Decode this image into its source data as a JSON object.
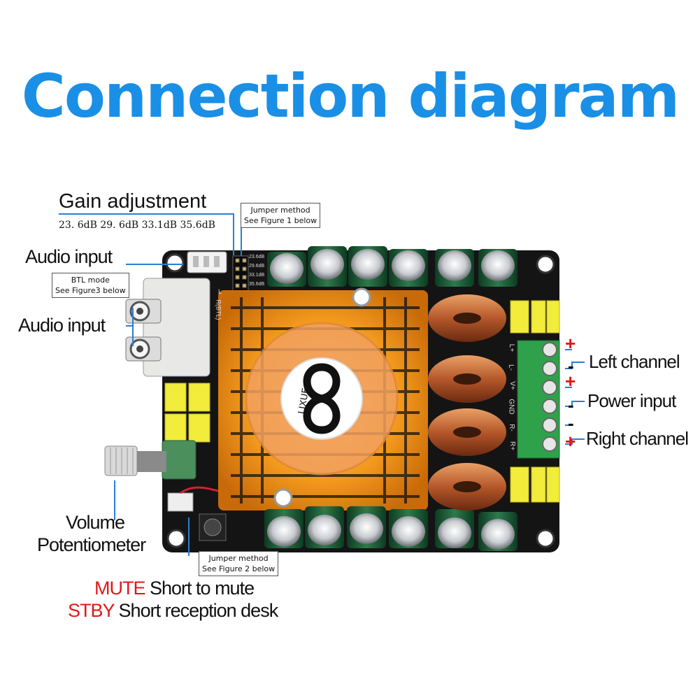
{
  "title": "Connection diagram",
  "labels": {
    "gain_adjustment": "Gain adjustment",
    "gain_values": "23. 6dB 29. 6dB 33.1dB 35.6dB",
    "jumper_method_1": "Jumper method",
    "jumper_method_1_sub": "See Figure 1 below",
    "audio_input_top": "Audio input",
    "btl_mode": "BTL mode",
    "btl_mode_sub": "See Figure3 below",
    "audio_input_rca": "Audio input",
    "volume": "Volume",
    "potentiometer": "Potentiometer",
    "jumper_method_2": "Jumper method",
    "jumper_method_2_sub": "See Figure 2 below",
    "mute_key": "MUTE",
    "mute_desc": "Short to mute",
    "stby_key": "STBY",
    "stby_desc": "Short reception desk",
    "left_channel": "Left channel",
    "power_input": "Power input",
    "right_channel": "Right channel"
  },
  "terminal_signs": [
    "+",
    "-",
    "+",
    "-",
    "-",
    "+"
  ],
  "board_text": {
    "brand": "LIXUE",
    "silk_l_plus": "L+",
    "silk_l_minus": "L-",
    "silk_v_plus": "V+",
    "silk_gnd": "GND",
    "silk_r_minus": "R-",
    "silk_r_plus": "R+",
    "silk_btl": "R(BTL)",
    "silk_l": "L",
    "gain_silk": [
      "23.6dB",
      "29.6dB",
      "33.1dB",
      "35.6dB"
    ]
  },
  "colors": {
    "title_blue": "#1a8fe6",
    "pcb": "#111111",
    "heatsink": "#f39a1e",
    "terminal_green": "#2fa14a",
    "accent_red": "#e01818",
    "leader_blue": "#2a7fd0"
  }
}
